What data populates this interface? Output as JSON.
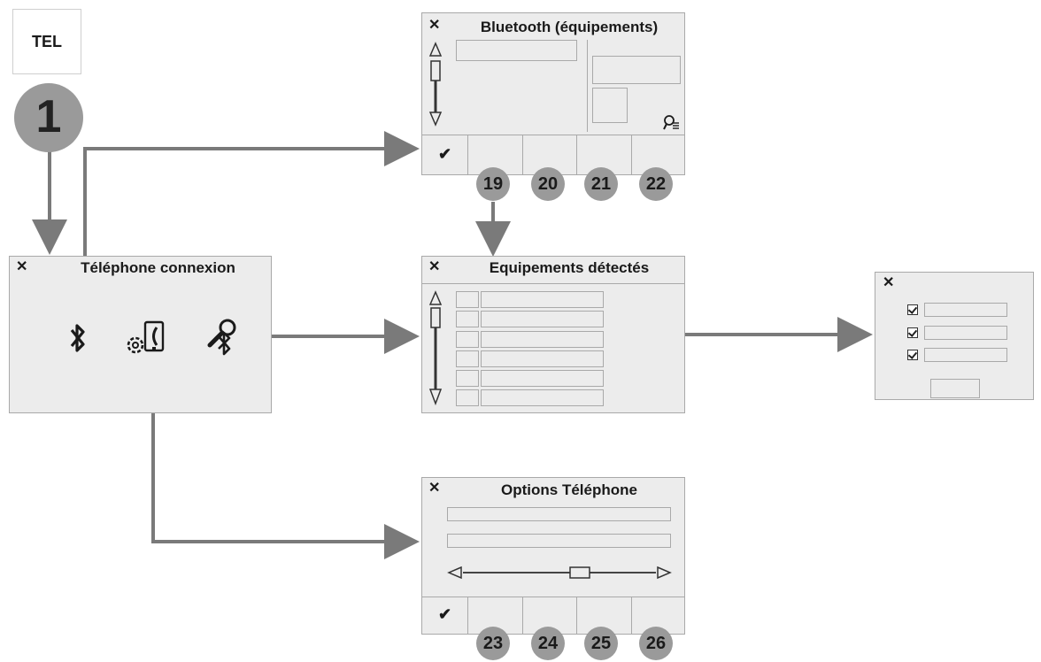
{
  "tel_button": {
    "label": "TEL"
  },
  "step_badge": {
    "label": "1"
  },
  "panels": {
    "telephone_connexion": {
      "title": "Téléphone connexion",
      "close": "✕"
    },
    "bluetooth": {
      "title": "Bluetooth (équipements)",
      "close": "✕",
      "ok": "✔",
      "badges": [
        "19",
        "20",
        "21",
        "22"
      ]
    },
    "detectes": {
      "title": "Equipements détectés",
      "close": "✕"
    },
    "options": {
      "title": "Options Téléphone",
      "close": "✕",
      "ok": "✔",
      "badges": [
        "23",
        "24",
        "25",
        "26"
      ]
    },
    "checklist": {
      "close": "✕"
    }
  },
  "icons": {
    "bluetooth": "bluetooth-icon",
    "phone_settings": "phone-settings-icon",
    "search_device": "bluetooth-search-icon",
    "list_search": "list-search-icon"
  },
  "colors": {
    "arrow": "#7a7a7a",
    "badge": "#9a9a9a",
    "panel_bg": "#ececec",
    "panel_border": "#a9a9a9"
  }
}
